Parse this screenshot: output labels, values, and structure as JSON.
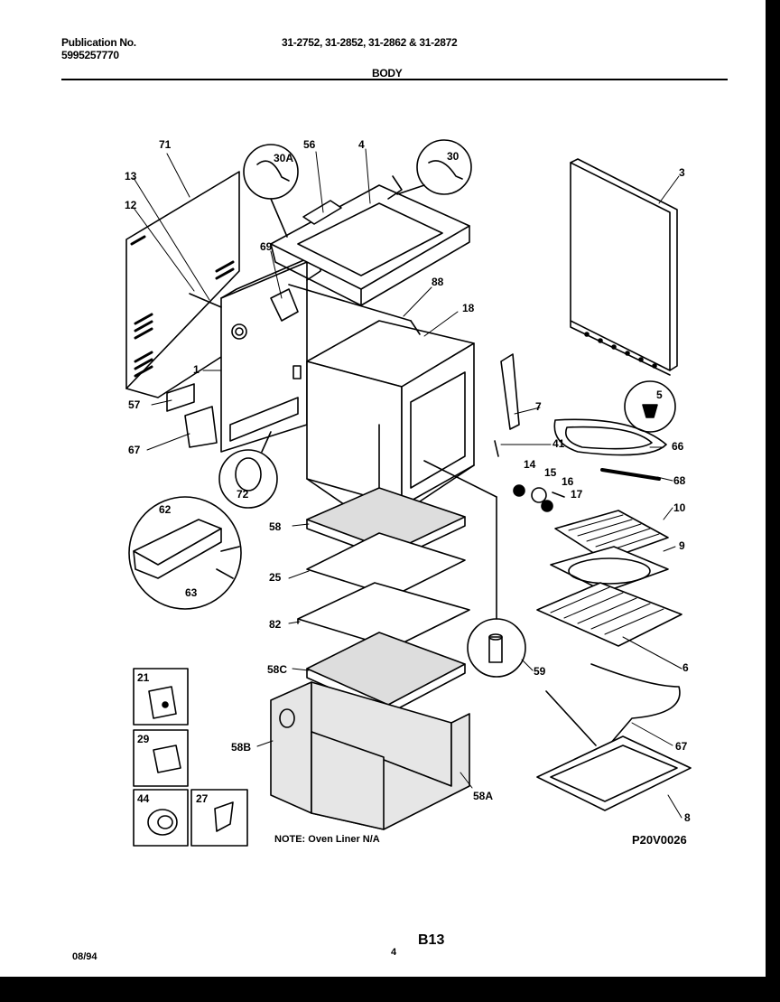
{
  "header": {
    "publication_label": "Publication No.",
    "publication_number": "5995257770",
    "models": "31-2752, 31-2852, 31-2862 & 31-2872",
    "section_title": "BODY"
  },
  "callouts": {
    "c71": "71",
    "c13": "13",
    "c12": "12",
    "c1": "1",
    "c57": "57",
    "c67a": "67",
    "c30A": "30A",
    "c56": "56",
    "c4": "4",
    "c30": "30",
    "c69": "69",
    "c88": "88",
    "c18": "18",
    "c3": "3",
    "c5": "5",
    "c7": "7",
    "c41": "41",
    "c14": "14",
    "c15": "15",
    "c16": "16",
    "c17": "17",
    "c66": "66",
    "c68": "68",
    "c10": "10",
    "c9": "9",
    "c6": "6",
    "c72": "72",
    "c62": "62",
    "c63": "63",
    "c58": "58",
    "c25": "25",
    "c82": "82",
    "c58C": "58C",
    "c58B": "58B",
    "c58A": "58A",
    "c59": "59",
    "c67b": "67",
    "c8": "8",
    "c21": "21",
    "c29": "29",
    "c44": "44",
    "c27": "27"
  },
  "footer": {
    "note": "NOTE: Oven Liner N/A",
    "drawing_number": "P20V0026",
    "page_code": "B13",
    "page_number": "4",
    "date": "08/94"
  }
}
